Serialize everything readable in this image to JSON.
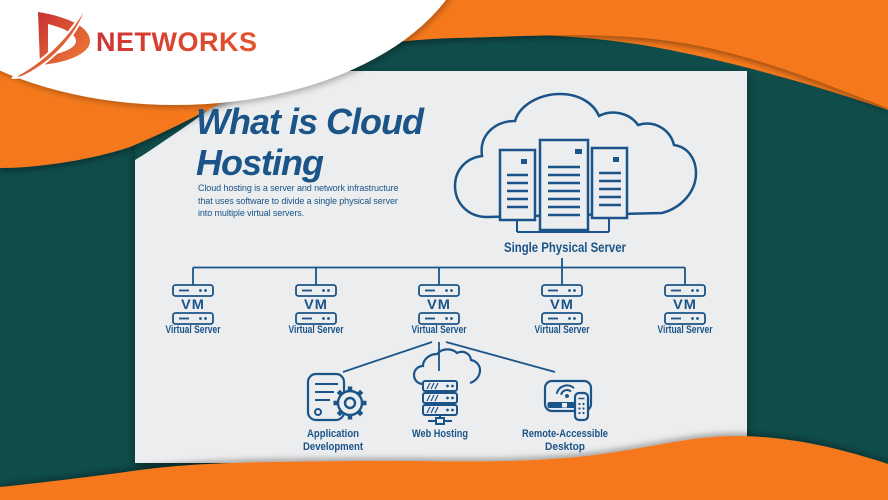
{
  "logo": {
    "mark": "D",
    "brand": "NETWORKS"
  },
  "colors": {
    "orange": "#F5791D",
    "teal": "#0F4C4A",
    "card_background": "#ECEDEE",
    "diagram_blue": "#1A5488",
    "logo_red": "#C72F35",
    "logo_orange": "#F08033",
    "logo_ellipse": "#FFFFFF"
  },
  "card": {
    "title_line1": "What is Cloud",
    "title_line2": "Hosting",
    "description": {
      "line1": "Cloud hosting is a server and network infrastructure",
      "line2": "that uses software to divide a single physical server",
      "line3": "into multiple virtual servers."
    },
    "physical_server": {
      "label": "Single Physical Server"
    },
    "vm_label": "VM",
    "virtual_servers": [
      {
        "label": "Virtual Server"
      },
      {
        "label": "Virtual Server"
      },
      {
        "label": "Virtual Server"
      },
      {
        "label": "Virtual Server"
      },
      {
        "label": "Virtual Server"
      }
    ],
    "services": [
      {
        "line1": "Application",
        "line2": "Development"
      },
      {
        "line1": "Web Hosting",
        "line2": ""
      },
      {
        "line1": "Remote-Accessible",
        "line2": "Desktop"
      }
    ]
  }
}
